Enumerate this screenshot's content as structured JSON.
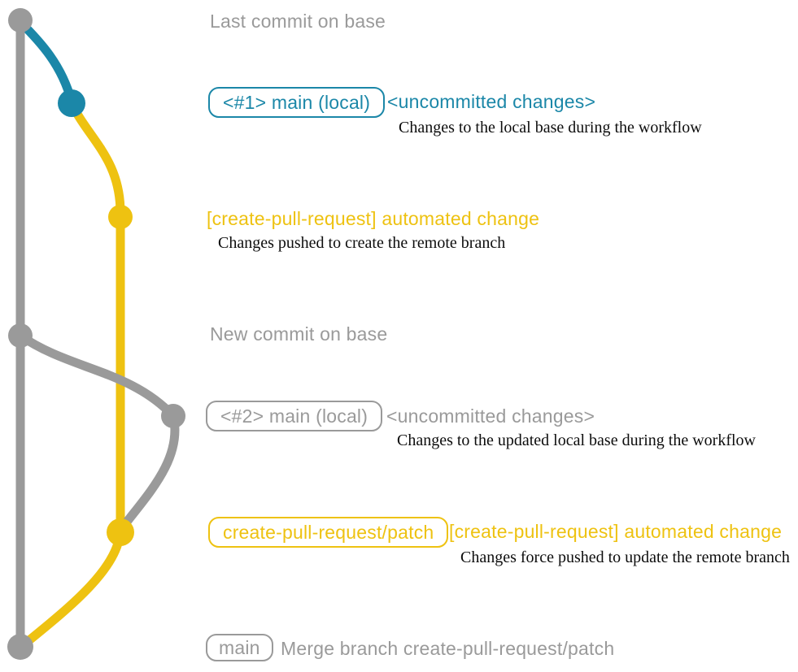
{
  "colors": {
    "gray": "#9a9a9a",
    "blue": "#1b87a8",
    "yellow": "#eec211",
    "text": "#0d0d0d",
    "background": "#ffffff"
  },
  "graph": {
    "branches": [
      {
        "id": "base-branch",
        "color": "gray"
      },
      {
        "id": "local-uncommitted-segment",
        "color": "blue"
      },
      {
        "id": "create-pull-request-patch-branch",
        "color": "yellow"
      }
    ],
    "nodes": [
      {
        "id": "last-commit-on-base",
        "color": "gray"
      },
      {
        "id": "local-change-commit-1",
        "color": "blue"
      },
      {
        "id": "automated-change-commit-1",
        "color": "yellow"
      },
      {
        "id": "new-commit-on-base",
        "color": "gray"
      },
      {
        "id": "local-change-commit-2",
        "color": "gray"
      },
      {
        "id": "automated-change-commit-2",
        "color": "yellow"
      },
      {
        "id": "merge-commit",
        "color": "gray"
      }
    ]
  },
  "annotations": {
    "last_commit_label": "Last commit on base",
    "new_commit_label": "New commit on base",
    "row1": {
      "badge": "<#1> main (local)",
      "title": "<uncommitted changes>",
      "desc": "Changes to the local base during the workflow"
    },
    "row2": {
      "title": "[create-pull-request] automated change",
      "desc": "Changes pushed to create the remote branch"
    },
    "row3": {
      "badge": "<#2> main (local)",
      "title": "<uncommitted changes>",
      "desc": "Changes to the updated local base during the workflow"
    },
    "row4": {
      "badge": "create-pull-request/patch",
      "title": "[create-pull-request] automated change",
      "desc": "Changes force pushed to update the remote branch"
    },
    "row5": {
      "badge": "main",
      "title": "Merge branch create-pull-request/patch"
    }
  }
}
